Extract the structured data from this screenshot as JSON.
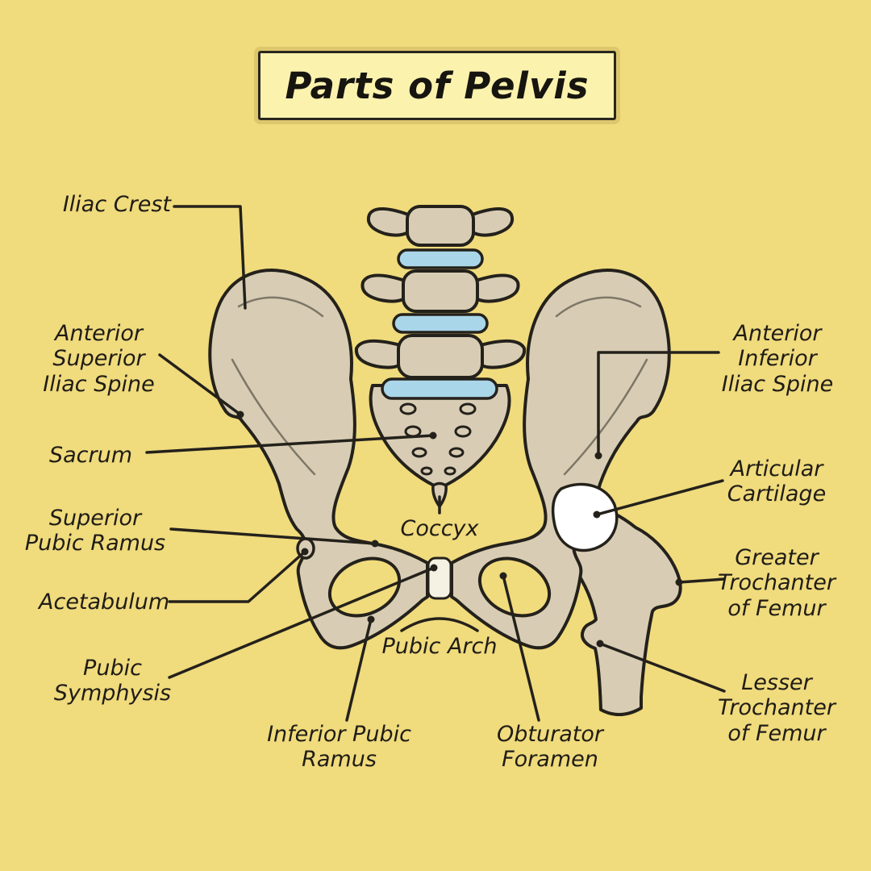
{
  "title": "Parts of Pelvis",
  "labels": {
    "iliac_crest": "Iliac Crest",
    "asis": "Anterior\nSuperior\nIliac Spine",
    "sacrum": "Sacrum",
    "superior_pubic_ramus": "Superior\nPubic Ramus",
    "acetabulum": "Acetabulum",
    "pubic_symphysis": "Pubic\nSymphysis",
    "inferior_pubic_ramus": "Inferior Pubic\nRamus",
    "coccyx": "Coccyx",
    "pubic_arch": "Pubic Arch",
    "obturator_foramen": "Obturator\nForamen",
    "aiis": "Anterior\nInferior\nIliac Spine",
    "articular_cartilage": "Articular\nCartilage",
    "greater_trochanter": "Greater\nTrochanter\nof Femur",
    "lesser_trochanter": "Lesser\nTrochanter\nof Femur"
  },
  "colors": {
    "background": "#F0DB7D",
    "title_box": "#FBF2AE",
    "bone": "#D8CDB4",
    "disc": "#A9D6E9",
    "cartilage": "#FFFFFF",
    "outline": "#24211B"
  }
}
